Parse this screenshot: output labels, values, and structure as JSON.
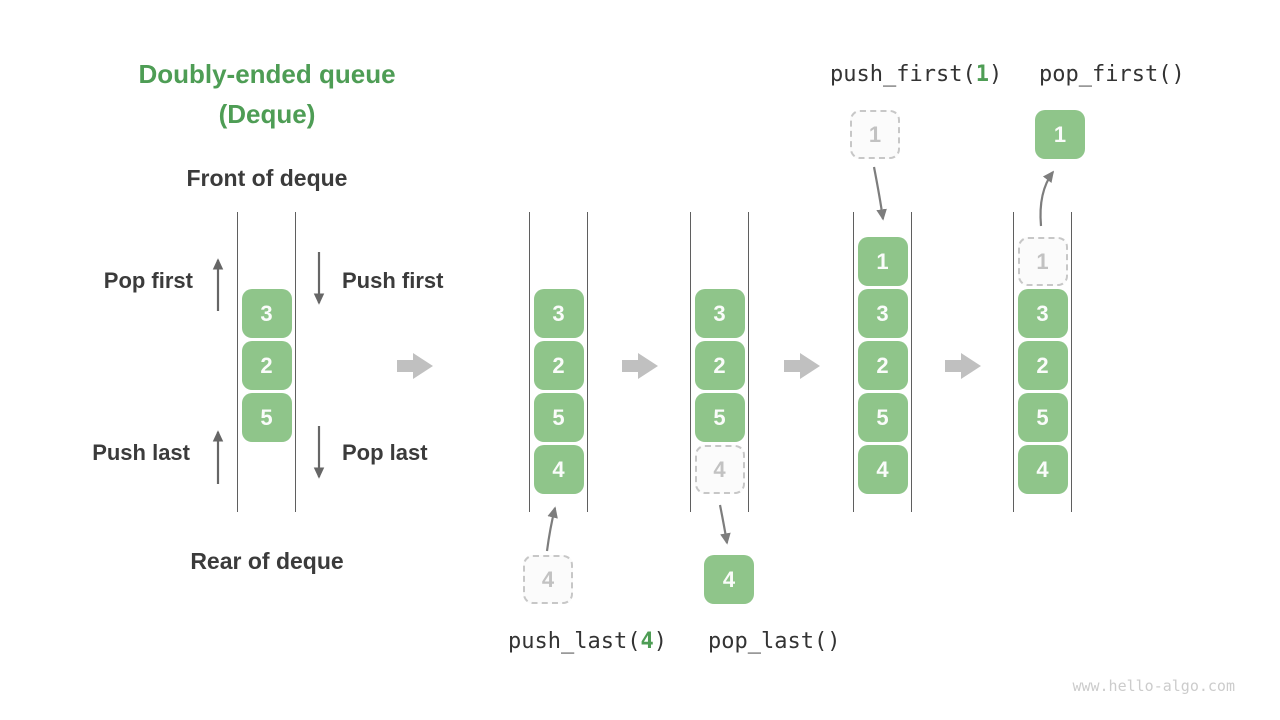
{
  "title": {
    "line1": "Doubly-ended queue",
    "line2": "(Deque)"
  },
  "labels": {
    "front": "Front of deque",
    "rear": "Rear of deque",
    "pop_first": "Pop first",
    "push_first": "Push first",
    "push_last": "Push last",
    "pop_last": "Pop last"
  },
  "operations": {
    "push_last": {
      "prefix": "push_last(",
      "arg": "4",
      "suffix": ")"
    },
    "pop_last": {
      "prefix": "pop_last()",
      "arg": "",
      "suffix": ""
    },
    "push_first": {
      "prefix": "push_first(",
      "arg": "1",
      "suffix": ")"
    },
    "pop_first": {
      "prefix": "pop_first()",
      "arg": "",
      "suffix": ""
    }
  },
  "deques": [
    {
      "name": "initial",
      "start_row": 1,
      "cells": [
        {
          "value": "3",
          "style": "solid"
        },
        {
          "value": "2",
          "style": "solid"
        },
        {
          "value": "5",
          "style": "solid"
        }
      ]
    },
    {
      "name": "after-push-last",
      "start_row": 1,
      "cells": [
        {
          "value": "3",
          "style": "solid"
        },
        {
          "value": "2",
          "style": "solid"
        },
        {
          "value": "5",
          "style": "solid"
        },
        {
          "value": "4",
          "style": "solid"
        }
      ]
    },
    {
      "name": "after-pop-last",
      "start_row": 1,
      "cells": [
        {
          "value": "3",
          "style": "solid"
        },
        {
          "value": "2",
          "style": "solid"
        },
        {
          "value": "5",
          "style": "solid"
        },
        {
          "value": "4",
          "style": "dashed"
        }
      ]
    },
    {
      "name": "after-push-first",
      "start_row": 0,
      "cells": [
        {
          "value": "1",
          "style": "solid"
        },
        {
          "value": "3",
          "style": "solid"
        },
        {
          "value": "2",
          "style": "solid"
        },
        {
          "value": "5",
          "style": "solid"
        },
        {
          "value": "4",
          "style": "solid"
        }
      ]
    },
    {
      "name": "after-pop-first",
      "start_row": 0,
      "cells": [
        {
          "value": "1",
          "style": "dashed"
        },
        {
          "value": "3",
          "style": "solid"
        },
        {
          "value": "2",
          "style": "solid"
        },
        {
          "value": "5",
          "style": "solid"
        },
        {
          "value": "4",
          "style": "solid"
        }
      ]
    }
  ],
  "floating_cells": {
    "push_last_in": {
      "value": "4",
      "style": "dashed"
    },
    "pop_last_out": {
      "value": "4",
      "style": "solid"
    },
    "push_first_in": {
      "value": "1",
      "style": "dashed"
    },
    "pop_first_out": {
      "value": "1",
      "style": "solid"
    }
  },
  "watermark": "www.hello-algo.com",
  "colors": {
    "title_green": "#4e9d55",
    "cell_green": "#8fc58a",
    "cell_text": "#fafcfa",
    "dashed_border": "#c7c7c7",
    "dashed_text": "#c2c2c2",
    "label_dark": "#3b3b3b",
    "code_text": "#333333",
    "block_arrow_gray": "#c0c0c0",
    "thin_arrow_gray": "#666666",
    "op_arrow_gray": "#7d7d7d",
    "line_gray": "#5f5f5f",
    "watermark_gray": "#cccccc"
  }
}
